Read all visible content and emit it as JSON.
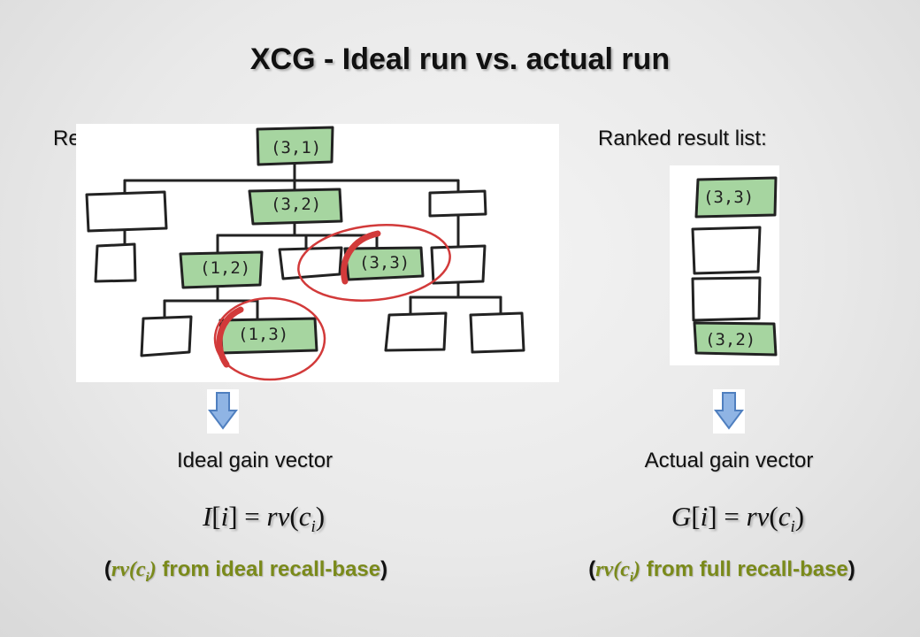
{
  "title": "XCG - Ideal run vs. actual run",
  "left": {
    "heading": "Recall-base:",
    "nodes": {
      "n31": "(3,1)",
      "n32": "(3,2)",
      "n12": "(1,2)",
      "n33": "(3,3)",
      "n13": "(1,3)"
    },
    "caption": "Ideal gain vector",
    "formula": {
      "lhs": "I",
      "idx": "i",
      "rv": "rv",
      "c": "c",
      "sub": "i"
    },
    "note": {
      "open": "(",
      "rv": "rv",
      "c": "c",
      "sub": "i",
      "text": " from ideal recall-base",
      "close": ")"
    }
  },
  "right": {
    "heading": "Ranked result list:",
    "items": [
      "(3,3)",
      "",
      "",
      "(3,2)"
    ],
    "caption": "Actual gain vector",
    "formula": {
      "lhs": "G",
      "idx": "i",
      "rv": "rv",
      "c": "c",
      "sub": "i"
    },
    "note": {
      "open": "(",
      "rv": "rv",
      "c": "c",
      "sub": "i",
      "text": " from full recall-base",
      "close": ")"
    }
  },
  "colors": {
    "node_fill": "#a6d5a0",
    "highlight_ring": "#d23a3a",
    "arrow_fill": "#8fb4e4",
    "note_green": "#7a8a1a"
  }
}
